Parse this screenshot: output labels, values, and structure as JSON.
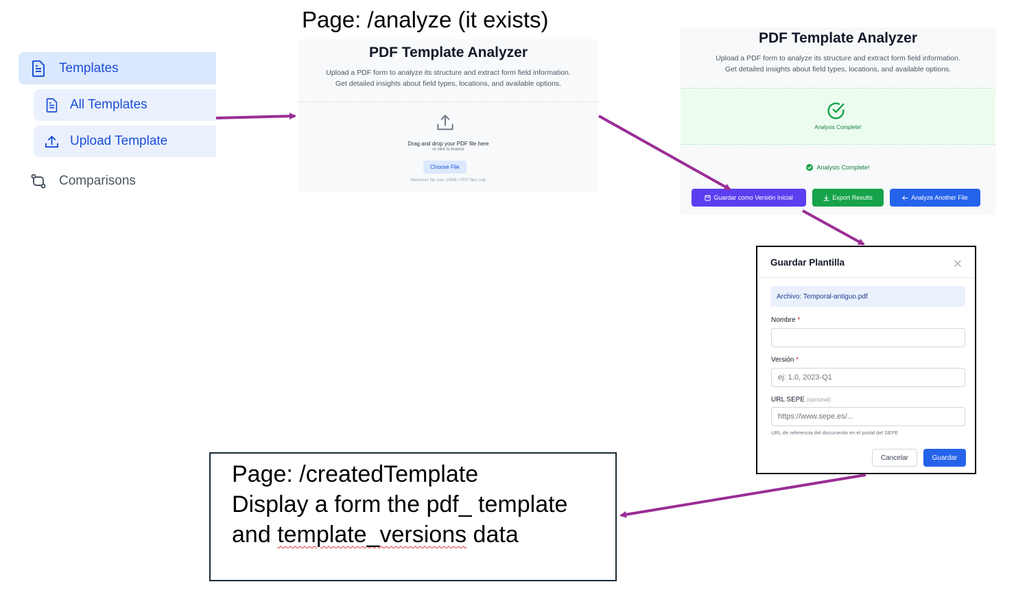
{
  "sidebar": {
    "templates_label": "Templates",
    "all_templates_label": "All Templates",
    "upload_template_label": "Upload Template",
    "comparisons_label": "Comparisons"
  },
  "annotations": {
    "analyze_page": "Page: /analyze (it exists)",
    "created_page_line1": "Page: /createdTemplate",
    "created_page_line2": "Display a form the pdf_ template",
    "created_page_line3_a": "and ",
    "created_page_line3_b": "template_versions",
    "created_page_line3_c": " data"
  },
  "analyze_panel": {
    "title": "PDF Template Analyzer",
    "subtitle_line1": "Upload a PDF form to analyze its structure and extract form field information.",
    "subtitle_line2": "Get detailed insights about field types, locations, and available options.",
    "drop_text": "Drag and drop your PDF file here",
    "browse_text": "or click to browse",
    "choose_file": "Choose File",
    "limits": "Maximum file size: 10MB • PDF files only"
  },
  "result_panel": {
    "title": "PDF Template Analyzer",
    "subtitle_line1": "Upload a PDF form to analyze its structure and extract form field information.",
    "subtitle_line2": "Get detailed insights about field types, locations, and available options.",
    "complete_banner": "Analysis Complete!",
    "complete_status": "Analysis Complete!",
    "save_button": "Guardar como Versión Inicial",
    "export_button": "Export Results",
    "another_button": "Analyze Another File"
  },
  "modal": {
    "title": "Guardar Plantilla",
    "file_info": "Archivo: Temporal-antiguo.pdf",
    "nombre_label": "Nombre",
    "required_mark": "*",
    "nombre_value": "",
    "version_label": "Versión",
    "version_placeholder": "ej: 1.0, 2023-Q1",
    "url_label": "URL SEPE",
    "url_optional": "(opcional)",
    "url_placeholder": "https://www.sepe.es/...",
    "url_help": "URL de referencia del documento en el portal del SEPE",
    "cancel": "Cancelar",
    "save": "Guardar"
  },
  "colors": {
    "sidebar_active_bg": "#dbe8fd",
    "sidebar_text": "#1d4fd8",
    "arrow": "#9b2d96",
    "purple_button": "#5b3ef0",
    "green_button": "#16a34a",
    "blue_button": "#2563eb"
  }
}
